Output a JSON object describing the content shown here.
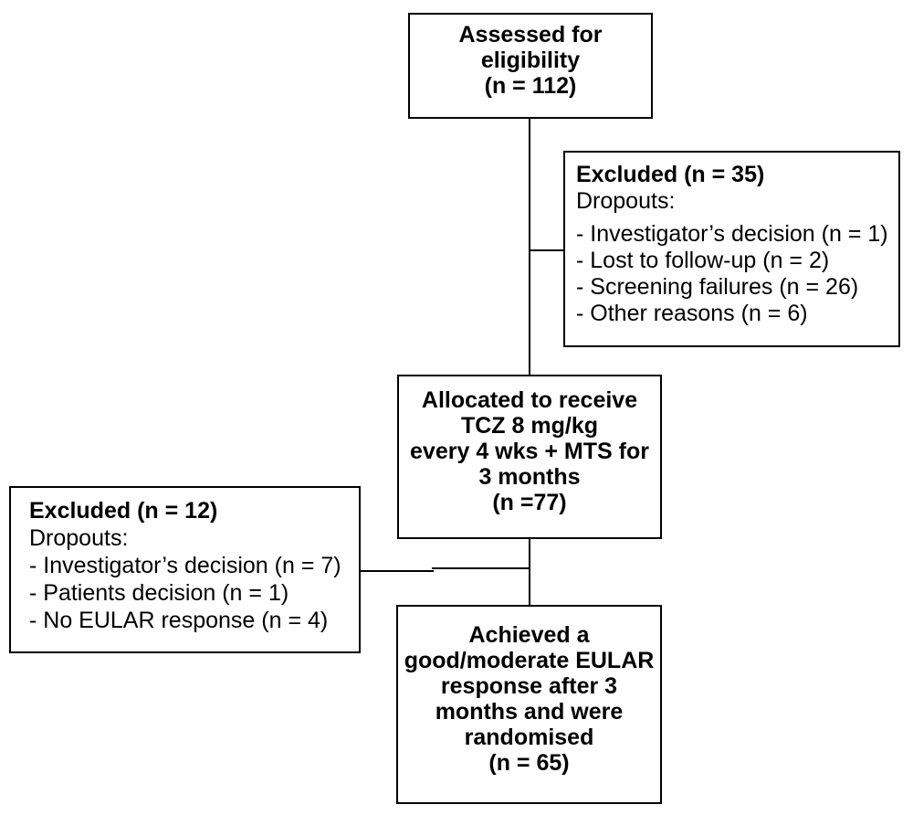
{
  "diagram": {
    "kind": "patient-flow-diagram",
    "colors": {
      "line": "#000000",
      "text": "#000000",
      "background": "#ffffff"
    },
    "boxes": {
      "assessed": {
        "lines": [
          "Assessed for",
          "eligibility",
          "(n = 112)"
        ]
      },
      "excluded_screening": {
        "title": "Excluded (n = 35)",
        "subtitle": "Dropouts:",
        "items": [
          "- Investigator’s decision (n = 1)",
          "- Lost to follow-up (n = 2)",
          "- Screening failures (n = 26)",
          "- Other reasons (n = 6)"
        ]
      },
      "allocated": {
        "lines": [
          "Allocated to receive",
          "TCZ 8 mg/kg",
          "every 4 wks + MTS for",
          "3 months",
          "(n =77)"
        ]
      },
      "excluded_after_allocation": {
        "title": "Excluded (n = 12)",
        "subtitle": "Dropouts:",
        "items": [
          "- Investigator’s decision (n = 7)",
          "- Patients decision (n = 1)",
          "- No EULAR response (n = 4)"
        ]
      },
      "randomised": {
        "lines": [
          "Achieved a",
          "good/moderate EULAR",
          "response after 3",
          "months and were",
          "randomised",
          "(n = 65)"
        ]
      }
    }
  }
}
